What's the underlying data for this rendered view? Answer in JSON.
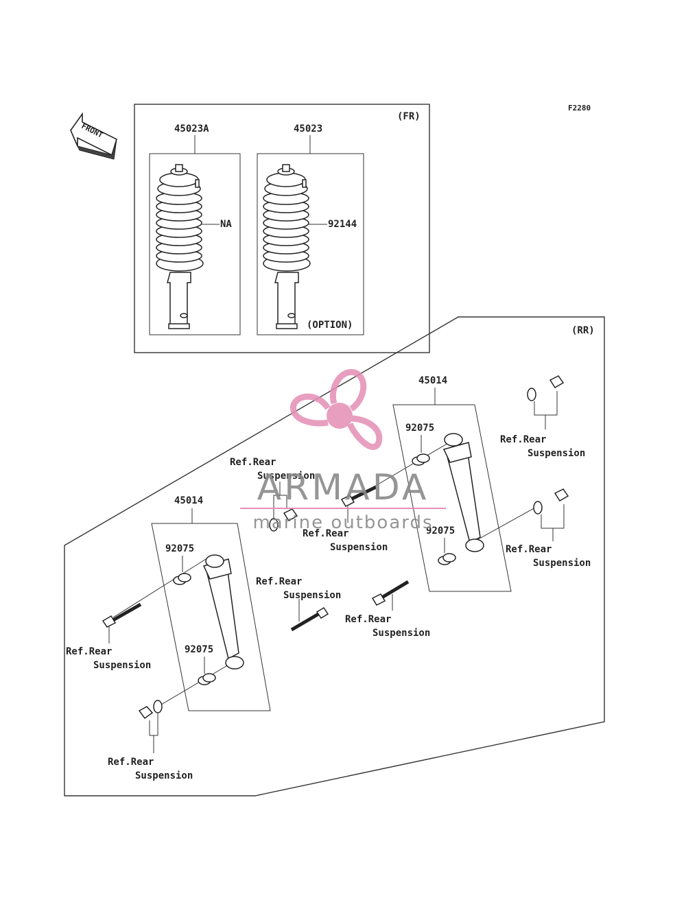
{
  "figure_id": "F2280",
  "front_label": "FRONT",
  "front_section": {
    "label": "(FR)",
    "assy_left": "45023A",
    "assy_right": "45023",
    "spring_left": "NA",
    "spring_right": "92144",
    "option_label": "(OPTION)"
  },
  "rear_section": {
    "label": "(RR)",
    "assy_left": "45014",
    "assy_right": "45014",
    "bushing": "92075",
    "ref_line1": "Ref.Rear",
    "ref_line2": "Suspension"
  },
  "watermark": {
    "brand": "ARMADA",
    "tagline": "marine outboards",
    "color": "#e48fb5"
  }
}
